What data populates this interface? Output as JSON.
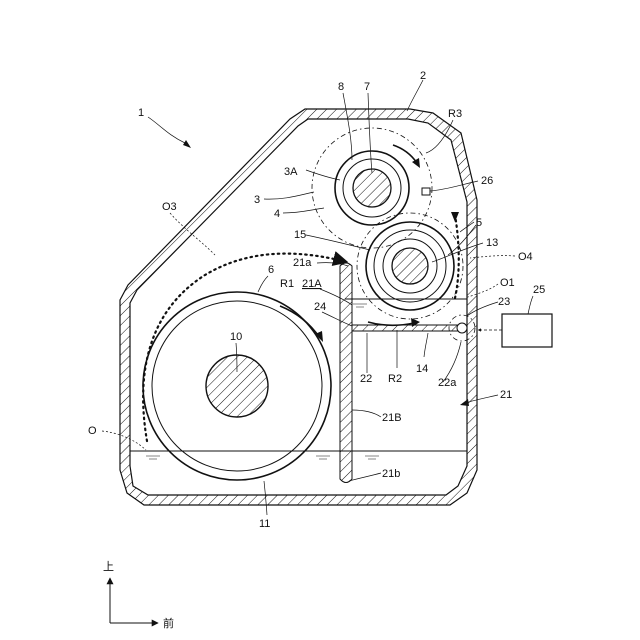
{
  "figure": {
    "labels": {
      "n1": "1",
      "n2": "2",
      "n3": "3",
      "n3A": "3A",
      "n4": "4",
      "n5": "5",
      "n6": "6",
      "n7": "7",
      "n8": "8",
      "n10": "10",
      "n11": "11",
      "n13": "13",
      "n14": "14",
      "n15": "15",
      "n21": "21",
      "n21a": "21a",
      "n21A": "21A",
      "n21B": "21B",
      "n21b": "21b",
      "n22": "22",
      "n22a": "22a",
      "n23": "23",
      "n24": "24",
      "n25": "25",
      "n26": "26",
      "R1": "R1",
      "R2": "R2",
      "R3": "R3",
      "O": "O",
      "O1": "O1",
      "O3": "O3",
      "O4": "O4"
    },
    "axes": {
      "up": "上",
      "front": "前"
    }
  }
}
